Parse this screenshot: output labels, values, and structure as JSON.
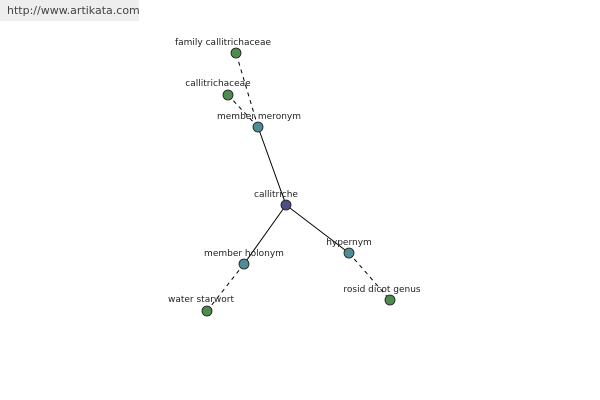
{
  "header": {
    "url": "http://www.artikata.com"
  },
  "colors": {
    "center_node": "#4b4f86",
    "relation_node": "#4f8c95",
    "leaf_node": "#4f8a4f",
    "node_stroke": "#1a1a1a",
    "edge": "#000000",
    "banner_bg": "#eeeeee"
  },
  "graph": {
    "nodes": [
      {
        "id": "callitriche",
        "label": "callitriche",
        "kind": "center"
      },
      {
        "id": "member-meronym",
        "label": "member meronym",
        "kind": "relation"
      },
      {
        "id": "member-holonym",
        "label": "member holonym",
        "kind": "relation"
      },
      {
        "id": "hypernym",
        "label": "hypernym",
        "kind": "relation"
      },
      {
        "id": "family-callitrichaceae",
        "label": "family callitrichaceae",
        "kind": "leaf"
      },
      {
        "id": "callitrichaceae",
        "label": "callitrichaceae",
        "kind": "leaf"
      },
      {
        "id": "water-starwort",
        "label": "water starwort",
        "kind": "leaf"
      },
      {
        "id": "rosid-dicot-genus",
        "label": "rosid dicot genus",
        "kind": "leaf"
      }
    ],
    "edges": [
      {
        "from": "callitriche",
        "to": "member-meronym",
        "style": "solid"
      },
      {
        "from": "callitriche",
        "to": "member-holonym",
        "style": "solid"
      },
      {
        "from": "callitriche",
        "to": "hypernym",
        "style": "solid"
      },
      {
        "from": "member-meronym",
        "to": "family-callitrichaceae",
        "style": "dashed"
      },
      {
        "from": "member-meronym",
        "to": "callitrichaceae",
        "style": "dashed"
      },
      {
        "from": "member-holonym",
        "to": "water-starwort",
        "style": "dashed"
      },
      {
        "from": "hypernym",
        "to": "rosid-dicot-genus",
        "style": "dashed"
      }
    ]
  }
}
